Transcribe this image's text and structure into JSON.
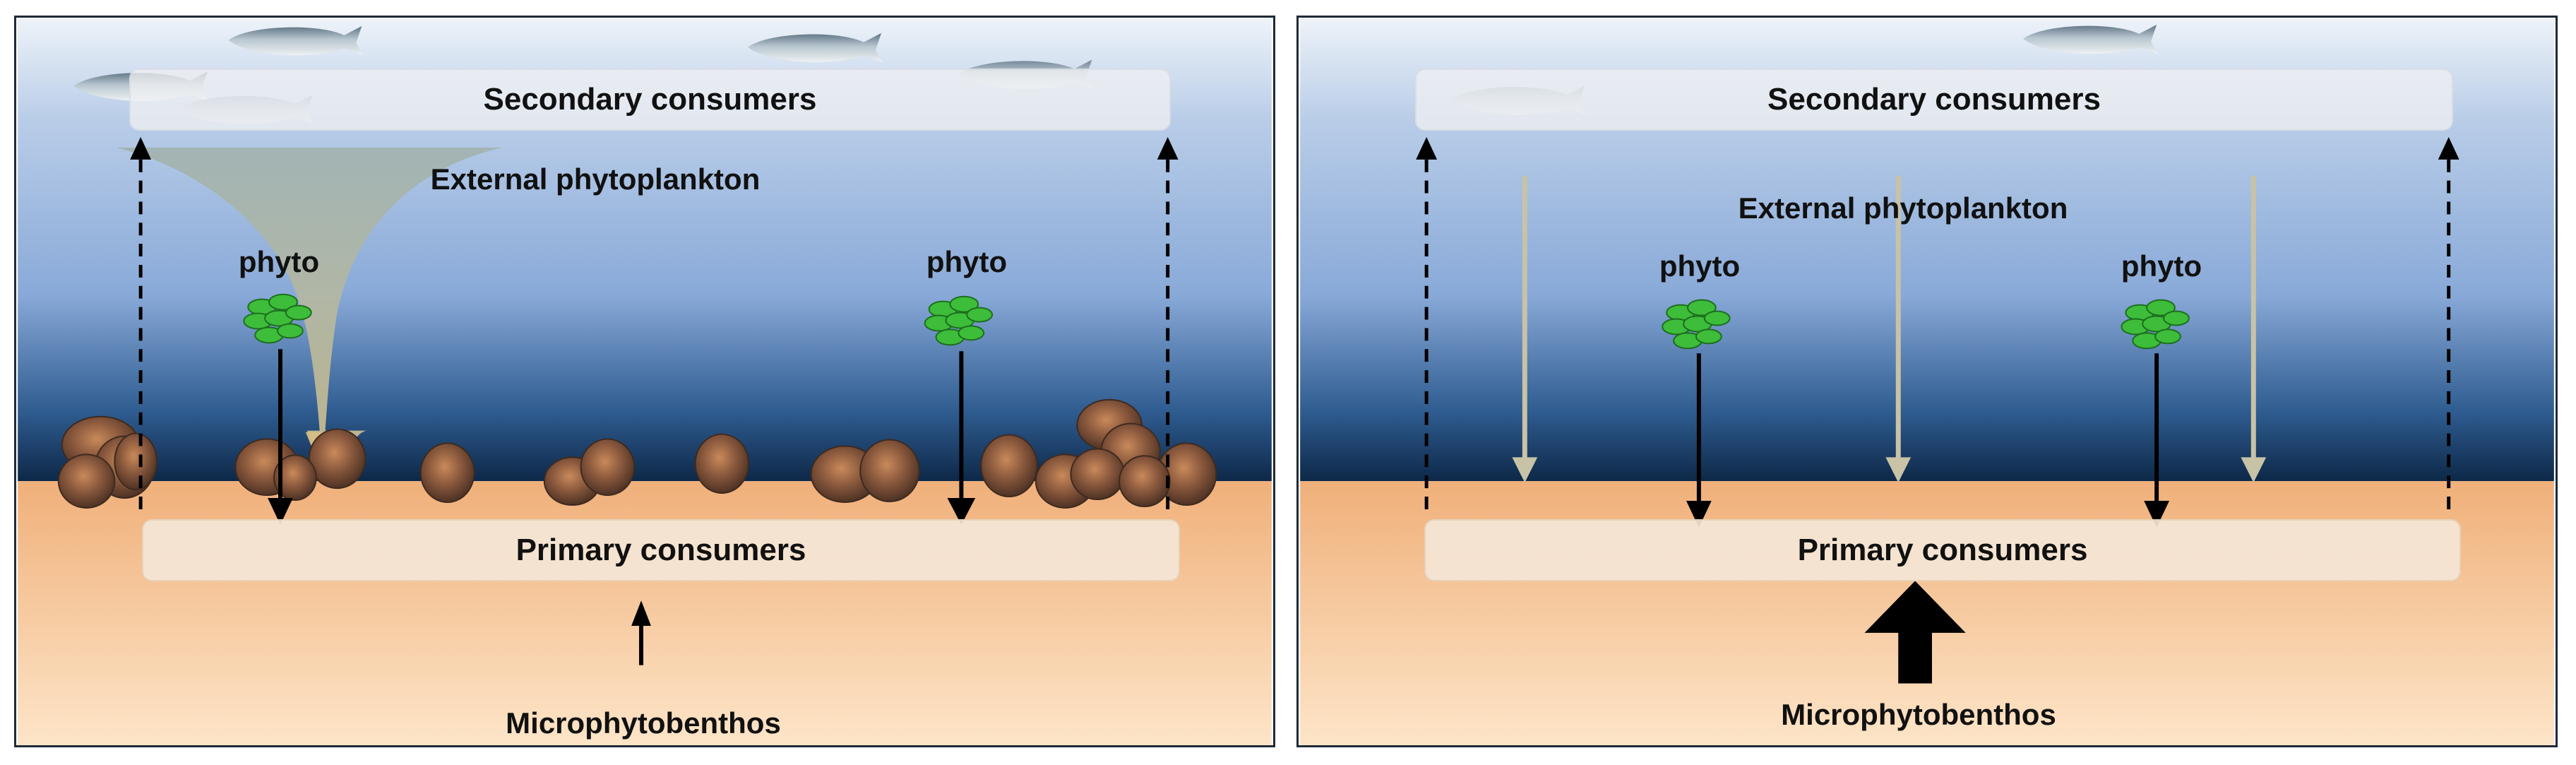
{
  "panels": [
    {
      "secondary_label": "Secondary consumers",
      "external_label": "External phytoplankton",
      "phyto_label": "phyto",
      "primary_label": "Primary consumers",
      "micro_label": "Microphytobenthos",
      "microphytobenthos_flux": "small"
    },
    {
      "secondary_label": "Secondary consumers",
      "external_label": "External phytoplankton",
      "phyto_label": "phyto",
      "primary_label": "Primary consumers",
      "micro_label": "Microphytobenthos",
      "microphytobenthos_flux": "large"
    }
  ],
  "colors": {
    "water_top": "#e8eef6",
    "water_mid": "#8fb0dc",
    "water_bottom": "#0d2a4a",
    "sediment_top": "#f2b57e",
    "sediment_bottom": "#fde3c4",
    "phyto_green": "#3fc23a",
    "funnel": "#c9b98a",
    "grey_arrow": "#c8c3a6"
  }
}
